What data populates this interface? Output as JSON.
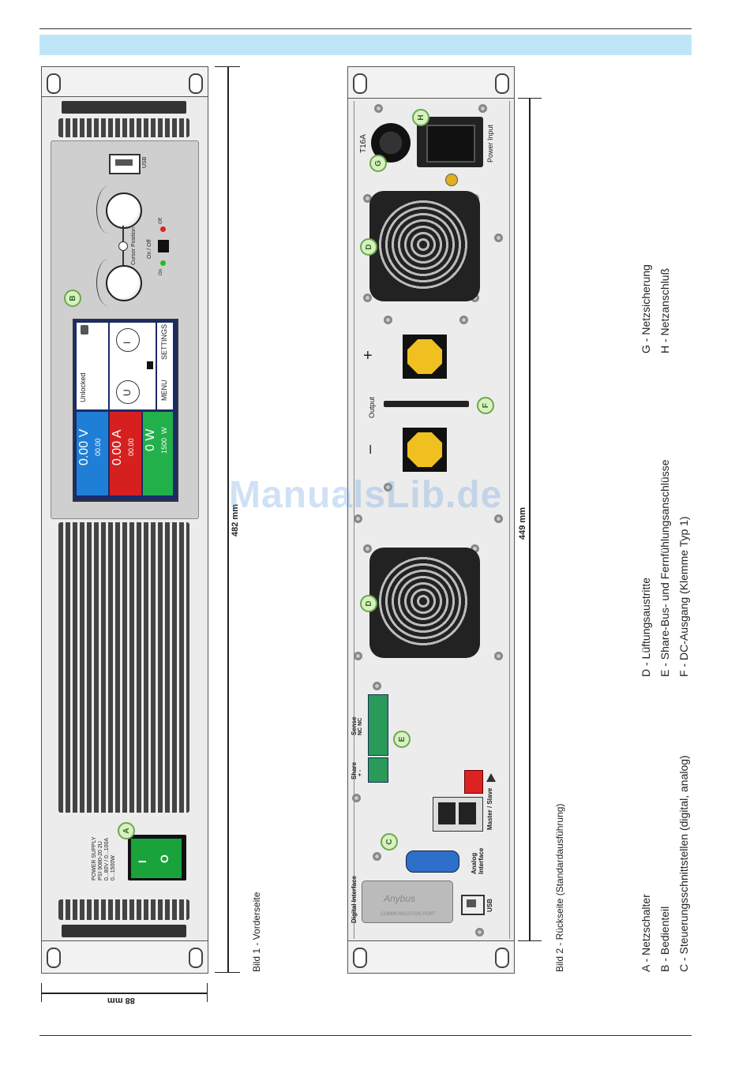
{
  "watermark": "ManualsLib.de",
  "figure1": {
    "caption": "Bild 1 - Vorderseite",
    "dim_height": "482 mm",
    "dim_width": "88 mm",
    "switch_label_lines": [
      "POWER SUPPLY",
      "PSI 9080-20 2U",
      "0...80V / 0...100A",
      "0...1500W"
    ],
    "switch_on": "I",
    "switch_off": "O",
    "usb_label": "USB",
    "knob_label": "Cursor Position",
    "onoff_label": "On / Off",
    "led_off": "Off",
    "led_on": "On",
    "display": {
      "status": "Unlocked",
      "voltage": "0.00 V",
      "voltage_set": "00.00",
      "current": "0.00 A",
      "current_set": "00.00",
      "power": "0 W",
      "power_set": "1500",
      "power_unit": "W",
      "btn_menu": "MENU",
      "btn_settings": "SETTINGS",
      "knob_u": "U",
      "knob_i": "I"
    },
    "callouts": {
      "a": "A",
      "b": "B"
    }
  },
  "figure2": {
    "caption": "Bild 2 - Rückseite (Standardausführung)",
    "dim_height": "449 mm",
    "fuse_label": "T16A",
    "power_input": "Power Input",
    "output_label": "Output",
    "plus": "+",
    "minus": "–",
    "share_label": "Share",
    "share_pins": "+ -",
    "sense_label": "Sense",
    "sense_pins": "NC  NC",
    "master_slave": "Master / Slave",
    "analog_label": "Analog Interface",
    "digital_label": "Digital Interface",
    "anybus_label": "Anybus",
    "comm_port": "COMMUNICATION PORT",
    "usb_label": "USB",
    "callouts": {
      "c": "C",
      "d": "D",
      "e": "E",
      "f": "F",
      "g": "G",
      "h": "H"
    }
  },
  "legend": {
    "col1": [
      "A - Netzschalter",
      "B - Bedienteil",
      "C - Steuerungsschnittstellen (digital, analog)"
    ],
    "col2": [
      "D - Lüftungsaustritte",
      "E - Share-Bus- und Fernfühlungsanschlüsse",
      "F - DC-Ausgang (Klemme Typ 1)"
    ],
    "col3": [
      "G - Netzsicherung",
      "H - Netzanschluß"
    ]
  },
  "colors": {
    "band": "#bfe6f8",
    "voltage": "#1f7fd6",
    "current": "#d62020",
    "power": "#22b04b",
    "callout_fill": "#d9f0c0",
    "callout_border": "#6aa84f",
    "terminal": "#f0c020",
    "switch": "#1aa33a"
  }
}
